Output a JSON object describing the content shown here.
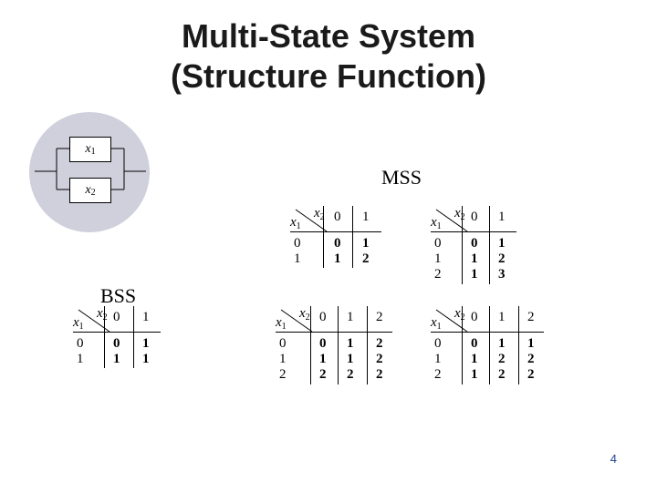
{
  "slide": {
    "title_line1": "Multi-State System",
    "title_line2": "(Structure Function)",
    "page_number": "4"
  },
  "circuit": {
    "component1": "x",
    "component1_sub": "1",
    "component2": "x",
    "component2_sub": "2",
    "background_color": "#cfd0dc"
  },
  "labels": {
    "mss": "MSS",
    "bss": "BSS"
  },
  "tables": {
    "row_var": "x",
    "row_sub": "1",
    "col_var": "x",
    "col_sub": "2",
    "mss_a": {
      "cols": [
        "0",
        "1"
      ],
      "rows": [
        "0",
        "1"
      ],
      "values": [
        [
          "0",
          "1"
        ],
        [
          "1",
          "2"
        ]
      ]
    },
    "mss_b": {
      "cols": [
        "0",
        "1"
      ],
      "rows": [
        "0",
        "1",
        "2"
      ],
      "values": [
        [
          "0",
          "1"
        ],
        [
          "1",
          "2"
        ],
        [
          "1",
          "3"
        ]
      ]
    },
    "bss": {
      "cols": [
        "0",
        "1"
      ],
      "rows": [
        "0",
        "1"
      ],
      "values": [
        [
          "0",
          "1"
        ],
        [
          "1",
          "1"
        ]
      ]
    },
    "c": {
      "cols": [
        "0",
        "1",
        "2"
      ],
      "rows": [
        "0",
        "1",
        "2"
      ],
      "values": [
        [
          "0",
          "1",
          "2"
        ],
        [
          "1",
          "1",
          "2"
        ],
        [
          "2",
          "2",
          "2"
        ]
      ]
    },
    "d": {
      "cols": [
        "0",
        "1",
        "2"
      ],
      "rows": [
        "0",
        "1",
        "2"
      ],
      "values": [
        [
          "0",
          "1",
          "1"
        ],
        [
          "1",
          "2",
          "2"
        ],
        [
          "1",
          "2",
          "2"
        ]
      ]
    }
  }
}
